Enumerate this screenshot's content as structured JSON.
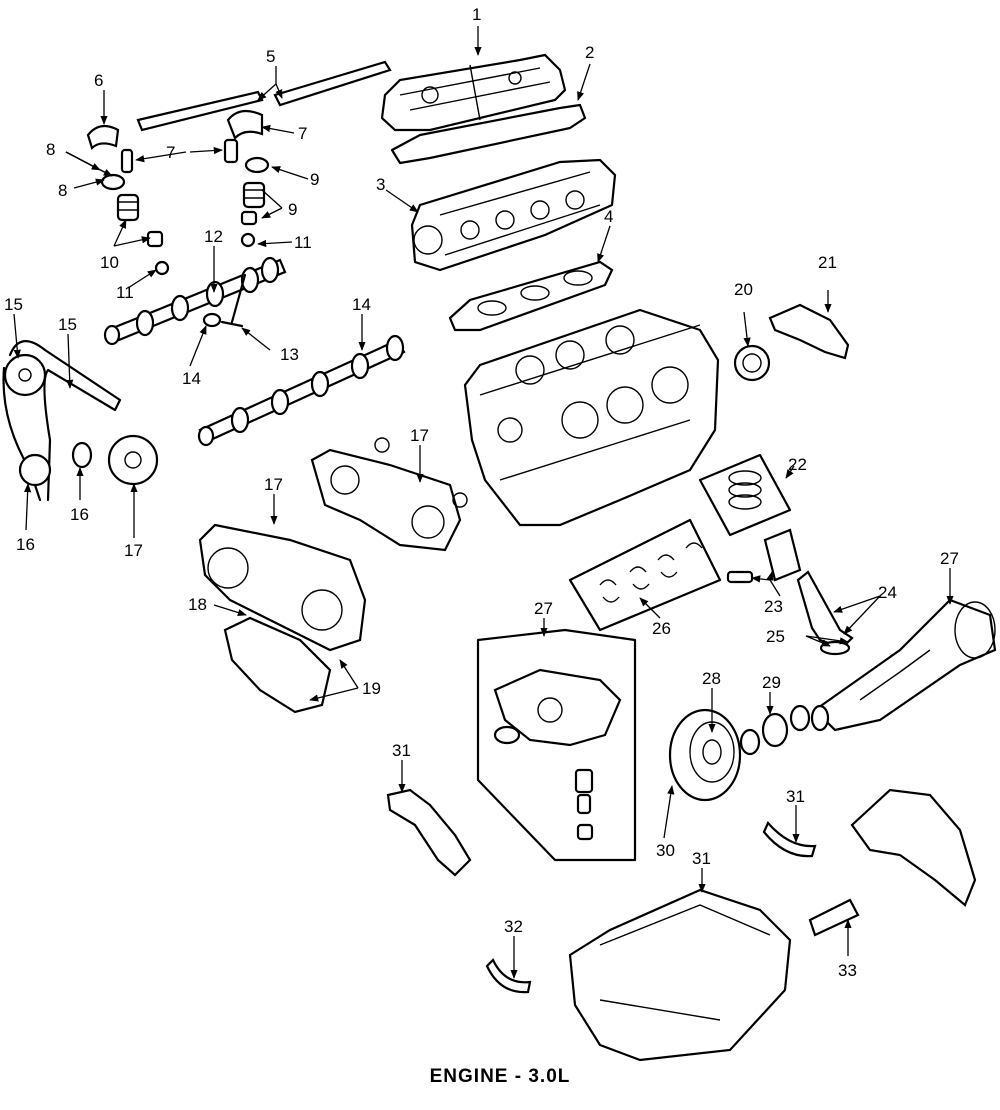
{
  "caption": "ENGINE - 3.0L",
  "callouts": [
    "1",
    "2",
    "3",
    "4",
    "5",
    "6",
    "7",
    "7",
    "8",
    "8",
    "9",
    "9",
    "10",
    "11",
    "11",
    "12",
    "13",
    "14",
    "14",
    "15",
    "15",
    "16",
    "16",
    "17",
    "17",
    "17",
    "18",
    "19",
    "20",
    "21",
    "22",
    "23",
    "24",
    "25",
    "26",
    "27",
    "27",
    "28",
    "29",
    "30",
    "31",
    "31",
    "31",
    "32",
    "33"
  ]
}
